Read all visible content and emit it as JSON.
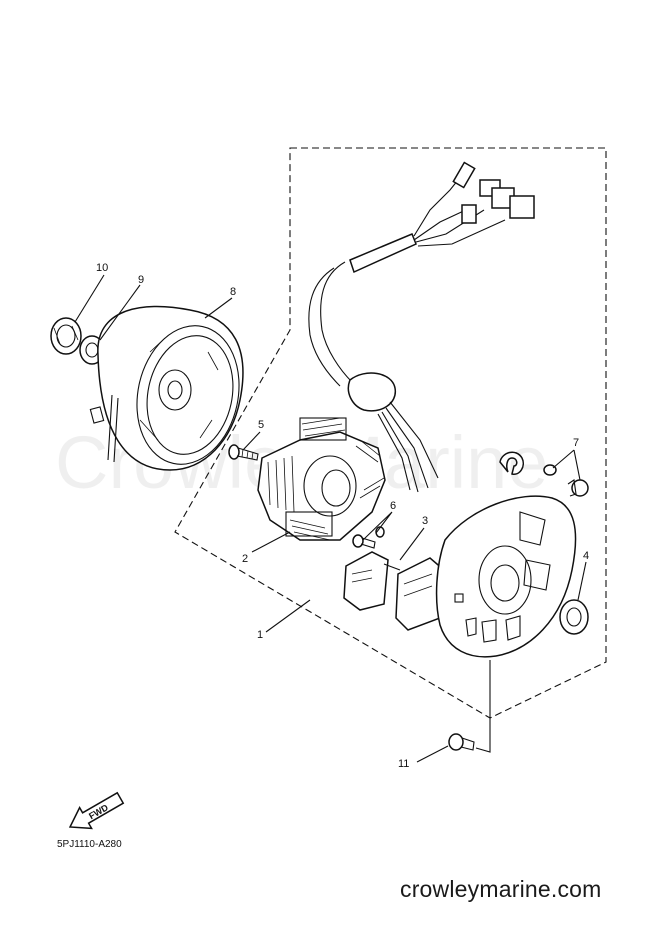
{
  "diagram": {
    "callouts": [
      "1",
      "2",
      "3",
      "4",
      "5",
      "6",
      "7",
      "8",
      "9",
      "10",
      "11"
    ],
    "drawing_code": "5PJ1110-A280",
    "fwd_label": "FWD",
    "watermark": "CrowleyMarine",
    "site_url": "crowleymarine.com"
  }
}
